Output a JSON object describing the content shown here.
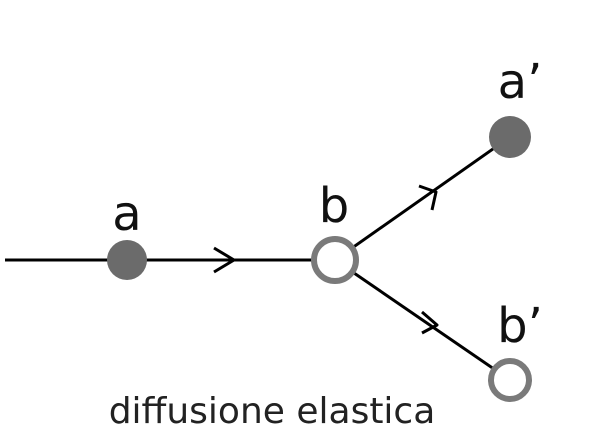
{
  "diagram": {
    "nodes": {
      "a": {
        "label": "a"
      },
      "b": {
        "label": "b"
      },
      "a_prime": {
        "label": "a’"
      },
      "b_prime": {
        "label": "b’"
      }
    },
    "caption": "diffusione elastica",
    "colors": {
      "line": "#000000",
      "filled_node": "#6b6b6b",
      "open_node_stroke": "#7a7a7a",
      "open_node_fill": "#ffffff",
      "text": "#111111"
    },
    "icons": {
      "arrow": "arrowhead-icon",
      "filled_particle": "filled-circle-icon",
      "open_particle": "open-circle-icon"
    }
  }
}
